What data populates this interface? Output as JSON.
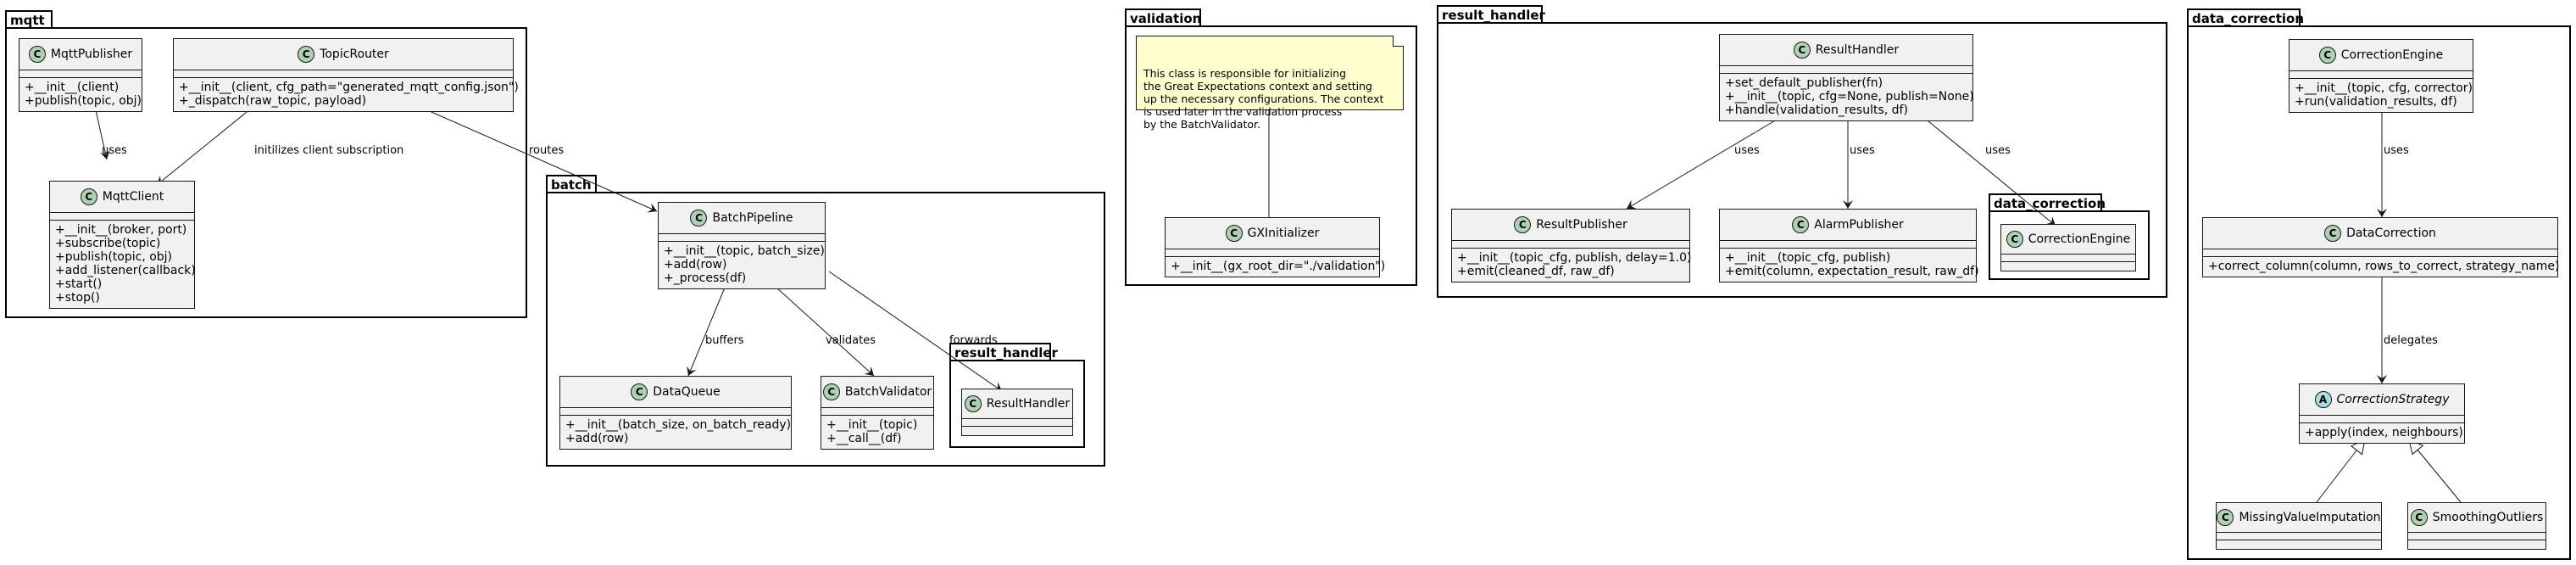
{
  "packages": {
    "mqtt": "mqtt",
    "batch": "batch",
    "validation": "validation",
    "result_handler": "result_handler",
    "data_correction": "data_correction",
    "batch_result_handler": "result_handler",
    "result_handler_data_correction": "data_correction"
  },
  "classes": {
    "mqtt_publisher": {
      "name": "MqttPublisher",
      "methods": [
        "+__init__(client)",
        "+publish(topic, obj)"
      ]
    },
    "topic_router": {
      "name": "TopicRouter",
      "methods": [
        "+__init__(client, cfg_path=\"generated_mqtt_config.json\")",
        "+_dispatch(raw_topic, payload)"
      ]
    },
    "mqtt_client": {
      "name": "MqttClient",
      "methods": [
        "+__init__(broker, port)",
        "+subscribe(topic)",
        "+publish(topic, obj)",
        "+add_listener(callback)",
        "+start()",
        "+stop()"
      ]
    },
    "batch_pipeline": {
      "name": "BatchPipeline",
      "methods": [
        "+__init__(topic, batch_size)",
        "+add(row)",
        "+_process(df)"
      ]
    },
    "data_queue": {
      "name": "DataQueue",
      "methods": [
        "+__init__(batch_size, on_batch_ready)",
        "+add(row)"
      ]
    },
    "batch_validator": {
      "name": "BatchValidator",
      "methods": [
        "+__init__(topic)",
        "+__call__(df)"
      ]
    },
    "batch_result_handler": {
      "name": "ResultHandler"
    },
    "gx_initializer": {
      "name": "GXInitializer",
      "methods": [
        "+__init__(gx_root_dir=\"./validation\")"
      ]
    },
    "result_handler": {
      "name": "ResultHandler",
      "methods": [
        "+set_default_publisher(fn)",
        "+__init__(topic, cfg=None, publish=None)",
        "+handle(validation_results, df)"
      ]
    },
    "result_publisher": {
      "name": "ResultPublisher",
      "methods": [
        "+__init__(topic_cfg, publish, delay=1.0)",
        "+emit(cleaned_df, raw_df)"
      ]
    },
    "alarm_publisher": {
      "name": "AlarmPublisher",
      "methods": [
        "+__init__(topic_cfg, publish)",
        "+emit(column, expectation_result, raw_df)"
      ]
    },
    "rh_correction_engine": {
      "name": "CorrectionEngine"
    },
    "correction_engine": {
      "name": "CorrectionEngine",
      "methods": [
        "+__init__(topic, cfg, corrector)",
        "+run(validation_results, df)"
      ]
    },
    "data_correction": {
      "name": "DataCorrection",
      "methods": [
        "+correct_column(column, rows_to_correct, strategy_name)"
      ]
    },
    "correction_strategy": {
      "name": "CorrectionStrategy",
      "methods": [
        "+apply(index, neighbours)"
      ]
    },
    "missing_value_imputation": {
      "name": "MissingValueImputation"
    },
    "smoothing_outliers": {
      "name": "SmoothingOutliers"
    }
  },
  "note": {
    "text": "This class is responsible for initializing\nthe Great Expectations context and setting\nup the necessary configurations. The context\nis used later in the validation process\nby the BatchValidator."
  },
  "relations": {
    "uses_mqtt": "uses",
    "init_sub": "initilizes client subscription",
    "routes": "routes",
    "buffers": "buffers",
    "validates": "validates",
    "forwards": "forwards",
    "uses_rp": "uses",
    "uses_ap": "uses",
    "uses_ce": "uses",
    "uses_dc": "uses",
    "delegates": "delegates"
  },
  "icons": {
    "class": "C",
    "abstract": "A"
  },
  "colors": {
    "class_fill": "#f1f1f1",
    "class_badge": "#add1b2",
    "abstract_badge": "#a9dcdf",
    "note_fill": "#fefece"
  }
}
